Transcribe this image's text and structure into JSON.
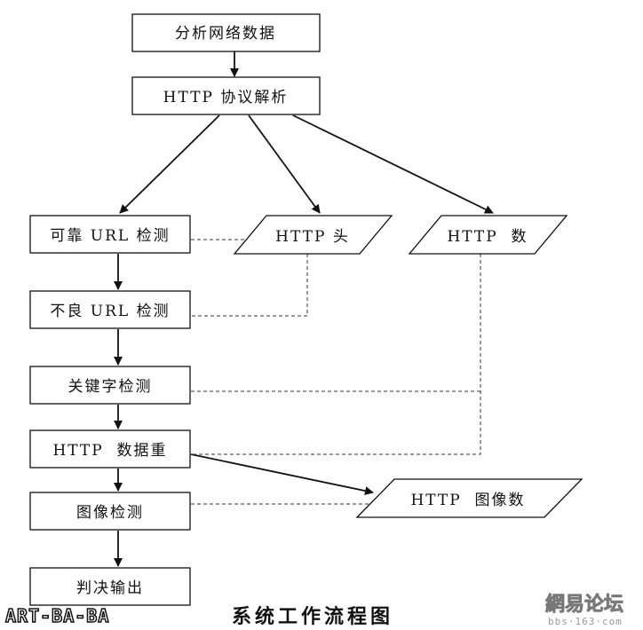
{
  "nodes": {
    "analyze": "分析网络数据",
    "http_parse": "HTTP 协议解析",
    "reliable_url": "可靠 URL 检测",
    "bad_url": "不良 URL 检测",
    "keyword": "关键字检测",
    "http_reassemble": "HTTP  数据重",
    "image_detect": "图像检测",
    "verdict": "判决输出",
    "http_header": "HTTP 头",
    "http_data": "HTTP  数",
    "http_image_data": "HTTP  图像数"
  },
  "caption": "系统工作流程图",
  "watermark_left": "ART-BA-BA",
  "watermark_right": {
    "brand": "網易论坛",
    "url": "bbs·163·com"
  }
}
